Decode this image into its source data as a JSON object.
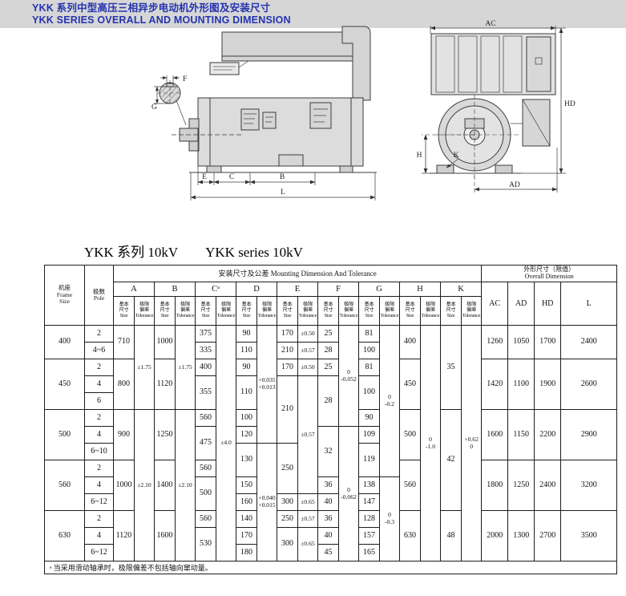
{
  "page": {
    "header": {
      "title_cn": "YKK 系列中型高压三相异步电动机外形图及安装尺寸",
      "title_en": "YKK SERIES OVERALL AND MOUNTING DIMENSION",
      "text_color": "#2433b0",
      "band_color": "#d6d6d6"
    },
    "section_title": {
      "cn": "YKK 系列 10kV",
      "en": "YKK series 10kV"
    }
  },
  "drawing": {
    "labels": {
      "f": "F",
      "g": "G",
      "e": "E",
      "c": "C",
      "b": "B",
      "l": "L",
      "ac": "AC",
      "hd": "HD",
      "h": "H",
      "k": "K",
      "ad": "AD"
    }
  },
  "table": {
    "header": {
      "frame": [
        "机座",
        "Frame",
        "Size"
      ],
      "pole": [
        "极数",
        "Pole"
      ],
      "mounting": "安装尺寸及公差 Mounting Dimension And Tolerance",
      "overall": [
        "外形尺寸（限值）",
        "Overall Dimension"
      ],
      "dims": [
        "A",
        "B",
        "Cᵃ",
        "D",
        "E",
        "F",
        "G",
        "H",
        "K"
      ],
      "size_label": [
        "基本",
        "尺寸",
        "Size"
      ],
      "tol_label": [
        "极限",
        "偏差",
        "Tolerance"
      ],
      "overall_cols": [
        "AC",
        "AD",
        "HD",
        "L"
      ]
    },
    "rows": 14,
    "footnote": "ᵃ 当采用滑动轴承时，极限偏差不包括轴向窜动量。",
    "cells": [
      {
        "r": 0,
        "c": 0,
        "rs": 2,
        "text": "400"
      },
      {
        "r": 2,
        "c": 0,
        "rs": 3,
        "text": "450"
      },
      {
        "r": 5,
        "c": 0,
        "rs": 3,
        "text": "500"
      },
      {
        "r": 8,
        "c": 0,
        "rs": 3,
        "text": "560"
      },
      {
        "r": 11,
        "c": 0,
        "rs": 3,
        "text": "630"
      },
      {
        "r": 0,
        "c": 1,
        "text": "2"
      },
      {
        "r": 1,
        "c": 1,
        "text": "4~6"
      },
      {
        "r": 2,
        "c": 1,
        "text": "2"
      },
      {
        "r": 3,
        "c": 1,
        "text": "4"
      },
      {
        "r": 4,
        "c": 1,
        "text": "6"
      },
      {
        "r": 5,
        "c": 1,
        "text": "2"
      },
      {
        "r": 6,
        "c": 1,
        "text": "4"
      },
      {
        "r": 7,
        "c": 1,
        "text": "6~10"
      },
      {
        "r": 8,
        "c": 1,
        "text": "2"
      },
      {
        "r": 9,
        "c": 1,
        "text": "4"
      },
      {
        "r": 10,
        "c": 1,
        "text": "6~12"
      },
      {
        "r": 11,
        "c": 1,
        "text": "2"
      },
      {
        "r": 12,
        "c": 1,
        "text": "4"
      },
      {
        "r": 13,
        "c": 1,
        "text": "6~12"
      },
      {
        "r": 0,
        "c": 2,
        "rs": 2,
        "text": "710"
      },
      {
        "r": 2,
        "c": 2,
        "rs": 3,
        "text": "800"
      },
      {
        "r": 5,
        "c": 2,
        "rs": 3,
        "text": "900"
      },
      {
        "r": 8,
        "c": 2,
        "rs": 3,
        "text": "1000"
      },
      {
        "r": 11,
        "c": 2,
        "rs": 3,
        "text": "1120"
      },
      {
        "r": 0,
        "c": 3,
        "rs": 5,
        "text": "±1.75"
      },
      {
        "r": 5,
        "c": 3,
        "rs": 9,
        "text": "±2.10"
      },
      {
        "r": 0,
        "c": 4,
        "rs": 2,
        "text": "1000"
      },
      {
        "r": 2,
        "c": 4,
        "rs": 3,
        "text": "1120"
      },
      {
        "r": 5,
        "c": 4,
        "rs": 3,
        "text": "1250"
      },
      {
        "r": 8,
        "c": 4,
        "rs": 3,
        "text": "1400"
      },
      {
        "r": 11,
        "c": 4,
        "rs": 3,
        "text": "1600"
      },
      {
        "r": 0,
        "c": 5,
        "rs": 5,
        "text": "±1.75"
      },
      {
        "r": 5,
        "c": 5,
        "rs": 9,
        "text": "±2.10"
      },
      {
        "r": 0,
        "c": 6,
        "text": "375"
      },
      {
        "r": 1,
        "c": 6,
        "text": "335"
      },
      {
        "r": 2,
        "c": 6,
        "text": "400"
      },
      {
        "r": 3,
        "c": 6,
        "rs": 2,
        "text": "355"
      },
      {
        "r": 5,
        "c": 6,
        "text": "560"
      },
      {
        "r": 6,
        "c": 6,
        "rs": 2,
        "text": "475"
      },
      {
        "r": 8,
        "c": 6,
        "text": "560"
      },
      {
        "r": 9,
        "c": 6,
        "rs": 2,
        "text": "500"
      },
      {
        "r": 11,
        "c": 6,
        "text": "560"
      },
      {
        "r": 12,
        "c": 6,
        "rs": 2,
        "text": "530"
      },
      {
        "r": 0,
        "c": 7,
        "rs": 14,
        "text": "±4.0"
      },
      {
        "r": 0,
        "c": 8,
        "text": "90"
      },
      {
        "r": 1,
        "c": 8,
        "text": "110"
      },
      {
        "r": 2,
        "c": 8,
        "text": "90"
      },
      {
        "r": 3,
        "c": 8,
        "rs": 2,
        "text": "110"
      },
      {
        "r": 5,
        "c": 8,
        "text": "100"
      },
      {
        "r": 6,
        "c": 8,
        "text": "120"
      },
      {
        "r": 7,
        "c": 8,
        "rs": 2,
        "text": "130"
      },
      {
        "r": 9,
        "c": 8,
        "text": "150"
      },
      {
        "r": 10,
        "c": 8,
        "text": "160"
      },
      {
        "r": 11,
        "c": 8,
        "text": "140"
      },
      {
        "r": 12,
        "c": 8,
        "text": "170"
      },
      {
        "r": 13,
        "c": 8,
        "text": "180"
      },
      {
        "r": 0,
        "c": 9,
        "rs": 7,
        "lines": [
          "+0.035",
          "+0.013"
        ]
      },
      {
        "r": 7,
        "c": 9,
        "rs": 7,
        "lines": [
          "+0.040",
          "+0.015"
        ]
      },
      {
        "r": 0,
        "c": 10,
        "text": "170"
      },
      {
        "r": 1,
        "c": 10,
        "text": "210"
      },
      {
        "r": 2,
        "c": 10,
        "text": "170"
      },
      {
        "r": 3,
        "c": 10,
        "rs": 4,
        "text": "210"
      },
      {
        "r": 7,
        "c": 10,
        "rs": 3,
        "text": "250"
      },
      {
        "r": 10,
        "c": 10,
        "text": "300"
      },
      {
        "r": 11,
        "c": 10,
        "text": "250"
      },
      {
        "r": 12,
        "c": 10,
        "rs": 2,
        "text": "300"
      },
      {
        "r": 0,
        "c": 11,
        "text": "±0.50"
      },
      {
        "r": 1,
        "c": 11,
        "text": "±0.57"
      },
      {
        "r": 2,
        "c": 11,
        "text": "±0.50"
      },
      {
        "r": 3,
        "c": 11,
        "rs": 7,
        "text": "±0.57"
      },
      {
        "r": 10,
        "c": 11,
        "text": "±0.65"
      },
      {
        "r": 11,
        "c": 11,
        "text": "±0.57"
      },
      {
        "r": 12,
        "c": 11,
        "rs": 2,
        "text": "±0.65"
      },
      {
        "r": 0,
        "c": 12,
        "text": "25"
      },
      {
        "r": 1,
        "c": 12,
        "text": "28"
      },
      {
        "r": 2,
        "c": 12,
        "text": "25"
      },
      {
        "r": 3,
        "c": 12,
        "rs": 3,
        "text": "28"
      },
      {
        "r": 6,
        "c": 12,
        "rs": 3,
        "text": "32"
      },
      {
        "r": 9,
        "c": 12,
        "text": "36"
      },
      {
        "r": 10,
        "c": 12,
        "text": "40"
      },
      {
        "r": 11,
        "c": 12,
        "text": "36"
      },
      {
        "r": 12,
        "c": 12,
        "text": "40"
      },
      {
        "r": 13,
        "c": 12,
        "text": "45"
      },
      {
        "r": 0,
        "c": 13,
        "rs": 6,
        "lines": [
          "0",
          "-0.052"
        ]
      },
      {
        "r": 6,
        "c": 13,
        "rs": 8,
        "lines": [
          "0",
          "-0.062"
        ]
      },
      {
        "r": 0,
        "c": 14,
        "text": "81"
      },
      {
        "r": 1,
        "c": 14,
        "text": "100"
      },
      {
        "r": 2,
        "c": 14,
        "text": "81"
      },
      {
        "r": 3,
        "c": 14,
        "rs": 2,
        "text": "100"
      },
      {
        "r": 5,
        "c": 14,
        "text": "90"
      },
      {
        "r": 6,
        "c": 14,
        "text": "109"
      },
      {
        "r": 7,
        "c": 14,
        "rs": 2,
        "text": "119"
      },
      {
        "r": 9,
        "c": 14,
        "text": "138"
      },
      {
        "r": 10,
        "c": 14,
        "text": "147"
      },
      {
        "r": 11,
        "c": 14,
        "text": "128"
      },
      {
        "r": 12,
        "c": 14,
        "text": "157"
      },
      {
        "r": 13,
        "c": 14,
        "text": "165"
      },
      {
        "r": 0,
        "c": 15,
        "rs": 9,
        "lines": [
          "0",
          "-0.2"
        ]
      },
      {
        "r": 9,
        "c": 15,
        "rs": 5,
        "lines": [
          "0",
          "-0.3"
        ]
      },
      {
        "r": 0,
        "c": 16,
        "rs": 2,
        "text": "400"
      },
      {
        "r": 2,
        "c": 16,
        "rs": 3,
        "text": "450"
      },
      {
        "r": 5,
        "c": 16,
        "rs": 3,
        "text": "500"
      },
      {
        "r": 8,
        "c": 16,
        "rs": 3,
        "text": "560"
      },
      {
        "r": 11,
        "c": 16,
        "rs": 3,
        "text": "630"
      },
      {
        "r": 0,
        "c": 17,
        "rs": 14,
        "lines": [
          "0",
          "-1.0"
        ]
      },
      {
        "r": 0,
        "c": 18,
        "rs": 5,
        "text": "35"
      },
      {
        "r": 5,
        "c": 18,
        "rs": 6,
        "text": "42"
      },
      {
        "r": 11,
        "c": 18,
        "rs": 3,
        "text": "48"
      },
      {
        "r": 0,
        "c": 19,
        "rs": 14,
        "lines": [
          "+0.62",
          "0"
        ]
      },
      {
        "r": 0,
        "c": 20,
        "rs": 2,
        "text": "1260"
      },
      {
        "r": 2,
        "c": 20,
        "rs": 3,
        "text": "1420"
      },
      {
        "r": 5,
        "c": 20,
        "rs": 3,
        "text": "1600"
      },
      {
        "r": 8,
        "c": 20,
        "rs": 3,
        "text": "1800"
      },
      {
        "r": 11,
        "c": 20,
        "rs": 3,
        "text": "2000"
      },
      {
        "r": 0,
        "c": 21,
        "rs": 2,
        "text": "1050"
      },
      {
        "r": 2,
        "c": 21,
        "rs": 3,
        "text": "1100"
      },
      {
        "r": 5,
        "c": 21,
        "rs": 3,
        "text": "1150"
      },
      {
        "r": 8,
        "c": 21,
        "rs": 3,
        "text": "1250"
      },
      {
        "r": 11,
        "c": 21,
        "rs": 3,
        "text": "1300"
      },
      {
        "r": 0,
        "c": 22,
        "rs": 2,
        "text": "1700"
      },
      {
        "r": 2,
        "c": 22,
        "rs": 3,
        "text": "1900"
      },
      {
        "r": 5,
        "c": 22,
        "rs": 3,
        "text": "2200"
      },
      {
        "r": 8,
        "c": 22,
        "rs": 3,
        "text": "2400"
      },
      {
        "r": 11,
        "c": 22,
        "rs": 3,
        "text": "2700"
      },
      {
        "r": 0,
        "c": 23,
        "rs": 2,
        "text": "2400"
      },
      {
        "r": 2,
        "c": 23,
        "rs": 3,
        "text": "2600"
      },
      {
        "r": 5,
        "c": 23,
        "rs": 3,
        "text": "2900"
      },
      {
        "r": 8,
        "c": 23,
        "rs": 3,
        "text": "3200"
      },
      {
        "r": 11,
        "c": 23,
        "rs": 3,
        "text": "3500"
      }
    ]
  }
}
